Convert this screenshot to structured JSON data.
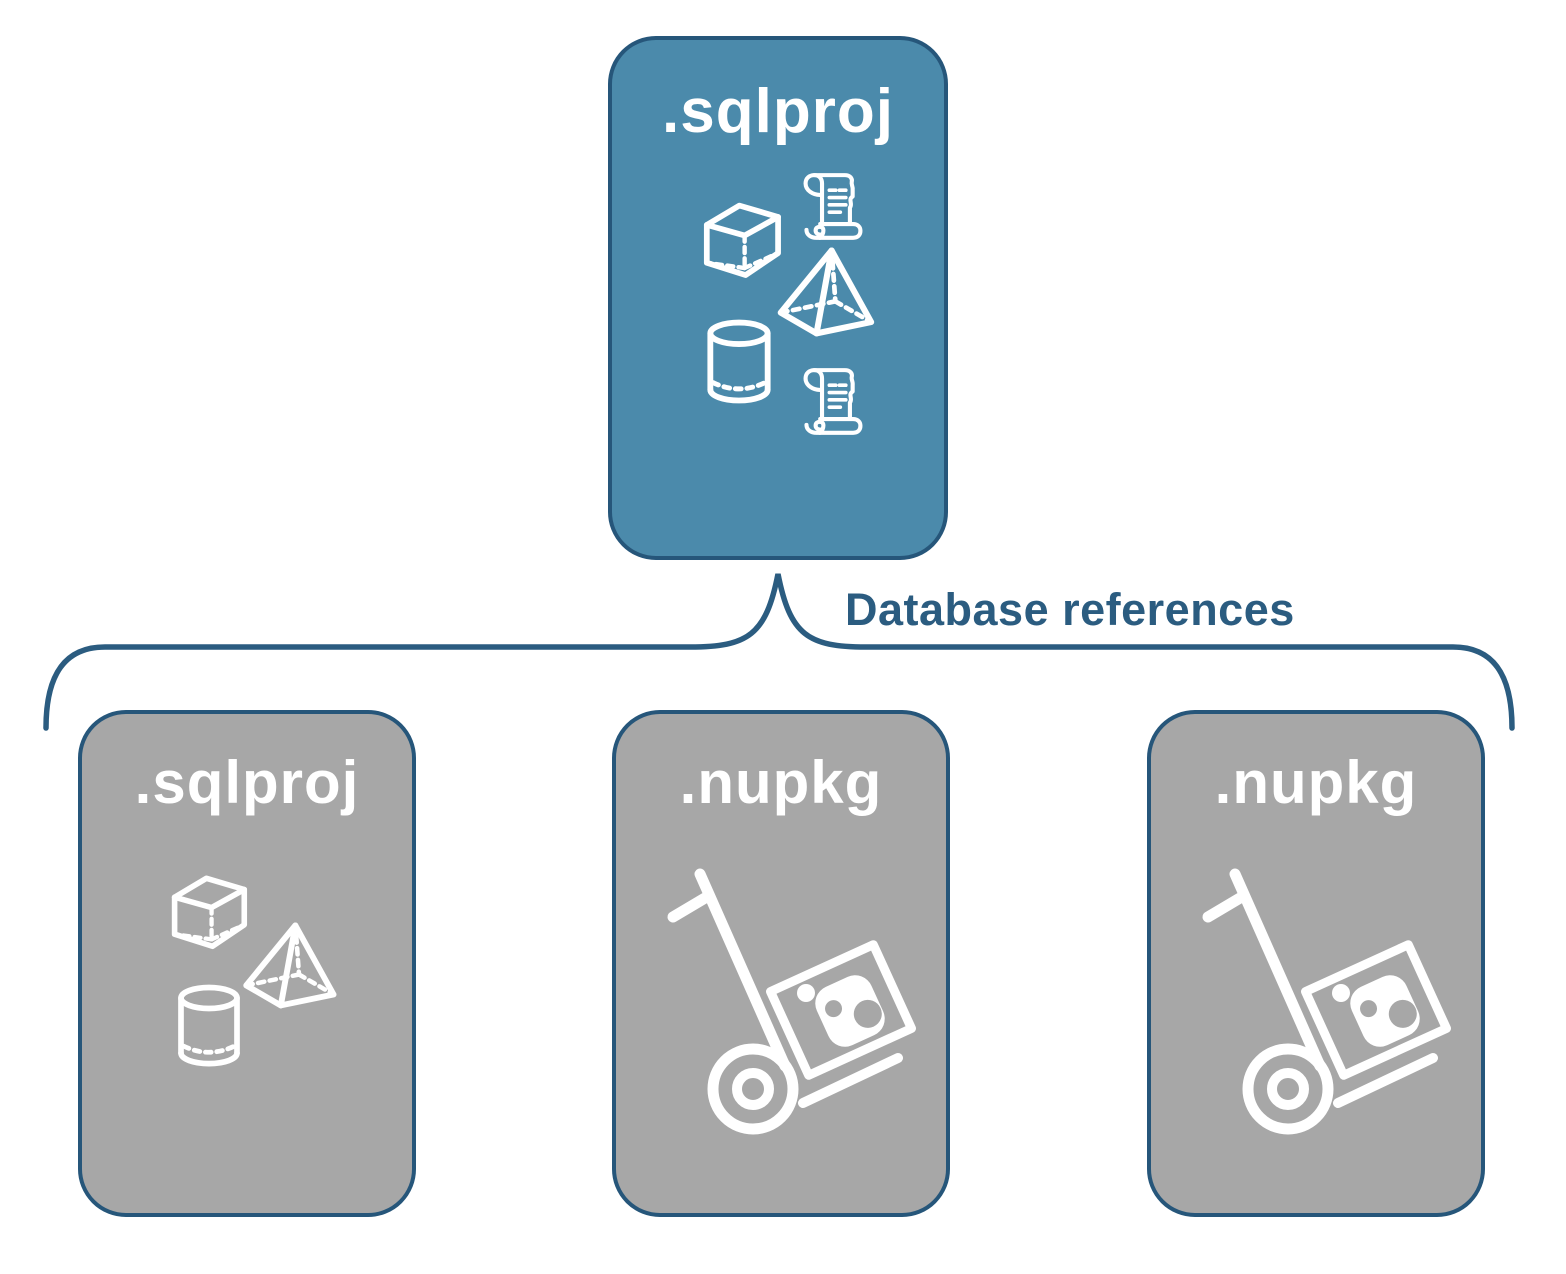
{
  "colors": {
    "accent_blue": "#4b8aab",
    "node_gray": "#a7a7a7",
    "border_blue": "#26567a",
    "line_blue": "#2b5c80",
    "label_white": "#ffffff",
    "canvas_bg": "#ffffff"
  },
  "root_node": {
    "label": ".sqlproj",
    "icons": [
      "scroll-icon",
      "cube-icon",
      "pyramid-icon",
      "cylinder-icon",
      "scroll-icon"
    ]
  },
  "connector": {
    "label": "Database references"
  },
  "child_nodes": [
    {
      "label": ".sqlproj",
      "icons": [
        "cube-icon",
        "pyramid-icon",
        "cylinder-icon"
      ]
    },
    {
      "label": ".nupkg",
      "icons": [
        "hand-truck-package-icon"
      ]
    },
    {
      "label": ".nupkg",
      "icons": [
        "hand-truck-package-icon"
      ]
    }
  ]
}
